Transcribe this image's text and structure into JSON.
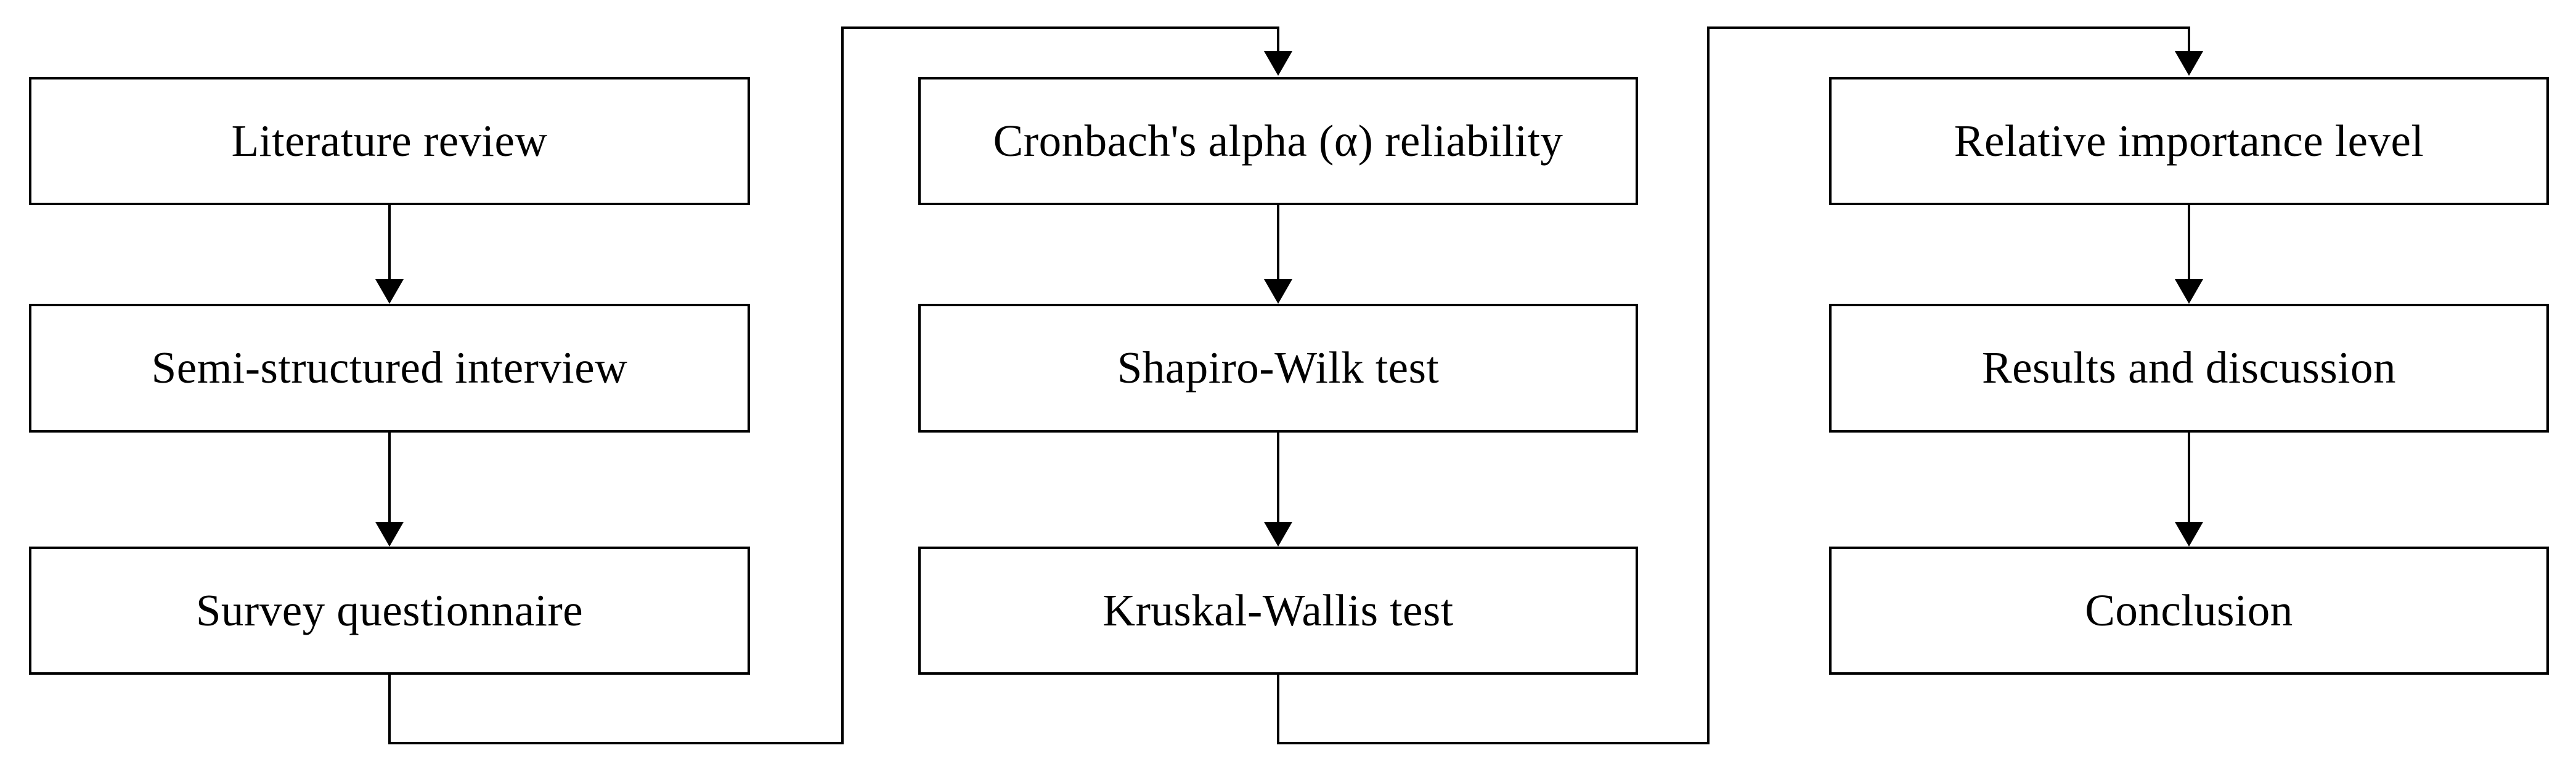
{
  "colors": {
    "background": "#ffffff",
    "box_fill": "#ffffff",
    "line": "#000000",
    "text": "#000000"
  },
  "nodes": [
    {
      "label": "Literature review",
      "column": 1,
      "order": 1
    },
    {
      "label": "Semi-structured interview",
      "column": 1,
      "order": 2
    },
    {
      "label": "Survey questionnaire",
      "column": 1,
      "order": 3
    },
    {
      "label": "Cronbach's alpha (α) reliability",
      "column": 2,
      "order": 4
    },
    {
      "label": "Shapiro-Wilk test",
      "column": 2,
      "order": 5
    },
    {
      "label": "Kruskal-Wallis test",
      "column": 2,
      "order": 6
    },
    {
      "label": "Relative importance level",
      "column": 3,
      "order": 7
    },
    {
      "label": "Results and discussion",
      "column": 3,
      "order": 8
    },
    {
      "label": "Conclusion",
      "column": 3,
      "order": 9
    }
  ],
  "connectors": [
    {
      "from": "Literature review",
      "to": "Semi-structured interview",
      "type": "straight-arrow-down"
    },
    {
      "from": "Semi-structured interview",
      "to": "Survey questionnaire",
      "type": "straight-arrow-down"
    },
    {
      "from": "Survey questionnaire",
      "to": "Cronbach's alpha (α) reliability",
      "type": "elbow-arrow"
    },
    {
      "from": "Cronbach's alpha (α) reliability",
      "to": "Shapiro-Wilk test",
      "type": "straight-arrow-down"
    },
    {
      "from": "Shapiro-Wilk test",
      "to": "Kruskal-Wallis test",
      "type": "straight-arrow-down"
    },
    {
      "from": "Kruskal-Wallis test",
      "to": "Relative importance level",
      "type": "elbow-arrow"
    },
    {
      "from": "Relative importance level",
      "to": "Results and discussion",
      "type": "straight-arrow-down"
    },
    {
      "from": "Results and discussion",
      "to": "Conclusion",
      "type": "straight-arrow-down"
    }
  ]
}
